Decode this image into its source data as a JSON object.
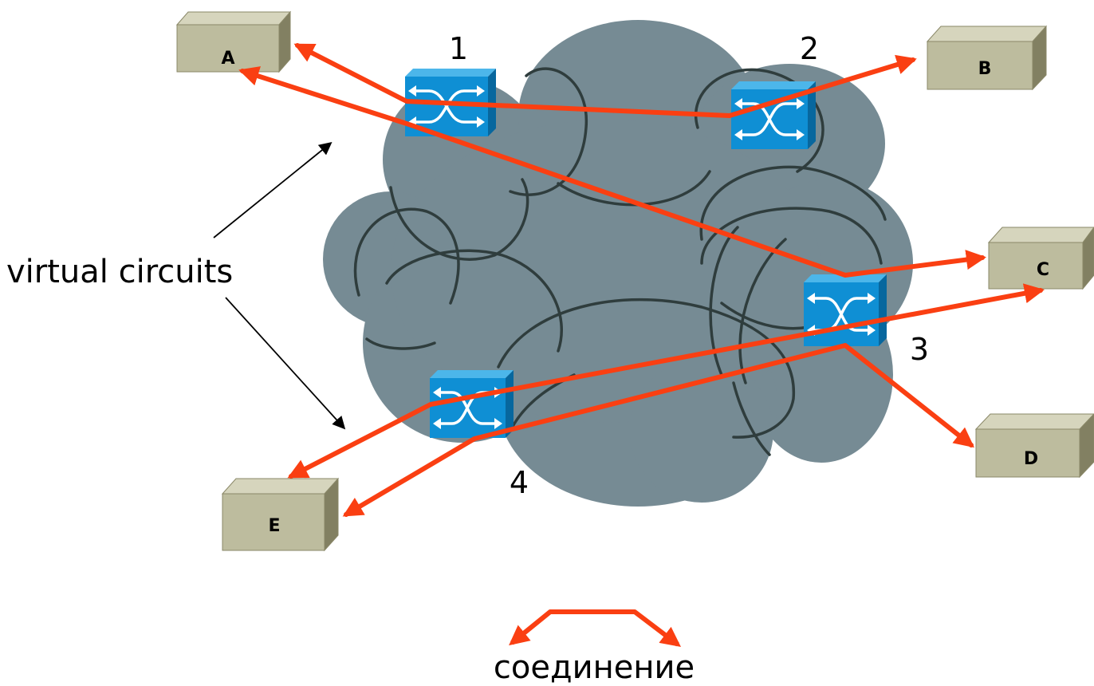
{
  "colors": {
    "cloud": "#768b94",
    "cloud_line": "#2f3d3d",
    "circuit": "#fa3f12",
    "host_front": "#bdbc9e",
    "host_top": "#d6d5bd",
    "host_side": "#828062",
    "switch": "#0f8fd4",
    "switch_dark": "#07679e",
    "switch_light": "#4cb6ea"
  },
  "hosts": [
    {
      "id": "A",
      "label": "A"
    },
    {
      "id": "B",
      "label": "B"
    },
    {
      "id": "C",
      "label": "C"
    },
    {
      "id": "D",
      "label": "D"
    },
    {
      "id": "E",
      "label": "E"
    }
  ],
  "switches": [
    {
      "id": "1",
      "label": "1"
    },
    {
      "id": "2",
      "label": "2"
    },
    {
      "id": "3",
      "label": "3"
    },
    {
      "id": "4",
      "label": "4"
    }
  ],
  "callout": {
    "text": "virtual circuits"
  },
  "legend": {
    "text": "соединение"
  }
}
